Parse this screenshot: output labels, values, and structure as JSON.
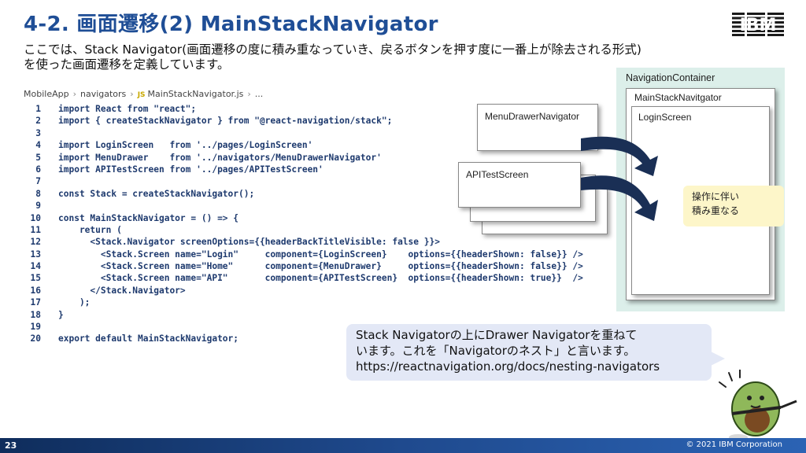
{
  "slide": {
    "title": "4-2. 画面遷移(2) MainStackNavigator",
    "logo_text": "IBM",
    "intro_line1": "ここでは、Stack Navigator(画面遷移の度に積み重なっていき、戻るボタンを押す度に一番上が除去される形式)",
    "intro_line2": "を使った画面遷移を定義しています。",
    "page_number": "23",
    "copyright": "© 2021 IBM Corporation"
  },
  "breadcrumb": {
    "items": [
      "MobileApp",
      "navigators",
      "MainStackNavigator.js",
      "..."
    ],
    "js_badge": "JS"
  },
  "code": {
    "lines": [
      {
        "n": "1",
        "t": "import React from \"react\";"
      },
      {
        "n": "2",
        "t": "import { createStackNavigator } from \"@react-navigation/stack\";"
      },
      {
        "n": "3",
        "t": ""
      },
      {
        "n": "4",
        "t": "import LoginScreen   from '../pages/LoginScreen'"
      },
      {
        "n": "5",
        "t": "import MenuDrawer    from '../navigators/MenuDrawerNavigator'"
      },
      {
        "n": "6",
        "t": "import APITestScreen from '../pages/APITestScreen'"
      },
      {
        "n": "7",
        "t": ""
      },
      {
        "n": "8",
        "t": "const Stack = createStackNavigator();"
      },
      {
        "n": "9",
        "t": ""
      },
      {
        "n": "10",
        "t": "const MainStackNavigator = () => {"
      },
      {
        "n": "11",
        "t": "    return ("
      },
      {
        "n": "12",
        "t": "      <Stack.Navigator screenOptions={{headerBackTitleVisible: false }}>"
      },
      {
        "n": "13",
        "t": "        <Stack.Screen name=\"Login\"     component={LoginScreen}    options={{headerShown: false}} />"
      },
      {
        "n": "14",
        "t": "        <Stack.Screen name=\"Home\"      component={MenuDrawer}     options={{headerShown: false}} />"
      },
      {
        "n": "15",
        "t": "        <Stack.Screen name=\"API\"       component={APITestScreen}  options={{headerShown: true}}  />"
      },
      {
        "n": "16",
        "t": "      </Stack.Navigator>"
      },
      {
        "n": "17",
        "t": "    );"
      },
      {
        "n": "18",
        "t": "}"
      },
      {
        "n": "19",
        "t": ""
      },
      {
        "n": "20",
        "t": "export default MainStackNavigator;"
      }
    ]
  },
  "diagram": {
    "navigation_container": "NavigationContainer",
    "main_stack": "MainStackNavitgator",
    "login_screen": "LoginScreen",
    "menu_drawer": "MenuDrawerNavigator",
    "api_test": "APITestScreen",
    "stack_note_line1": "操作に伴い",
    "stack_note_line2": "積み重なる"
  },
  "callout": {
    "line1": "Stack Navigatorの上にDrawer Navigatorを重ねて",
    "line2": "います。これを「Navigatorのネスト」と言います。",
    "line3": "https://reactnavigation.org/docs/nesting-navigators"
  },
  "colors": {
    "title": "#1f4e96",
    "code": "#1e3a6e",
    "container_bg": "#dcefea",
    "note_bg": "#fdf6c9",
    "callout_bg": "#e3e8f6",
    "arrow": "#1a2f55",
    "footer": "#1f4a8e"
  },
  "icons": {
    "logo": "ibm-logo",
    "mascot": "avocado-mascot-icon",
    "arrow": "curved-arrow-icon"
  }
}
